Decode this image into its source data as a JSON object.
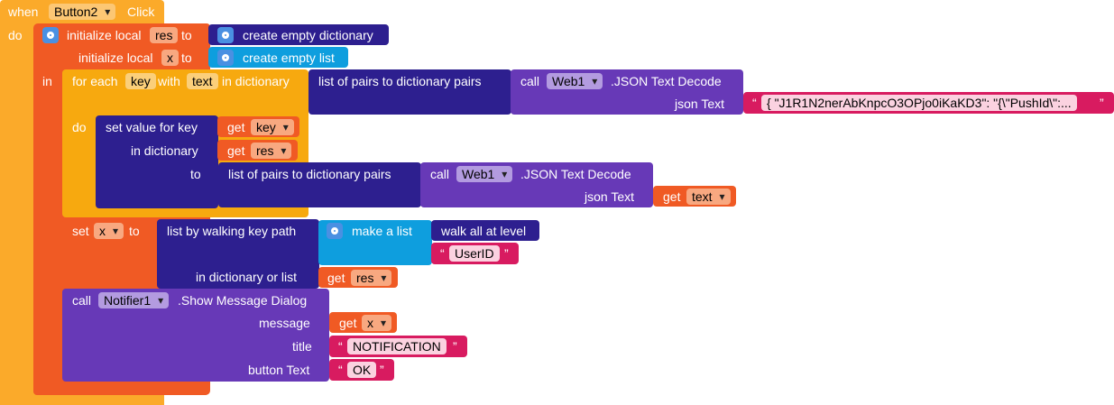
{
  "event": {
    "when_label": "when",
    "component": "Button2",
    "event_name": "Click",
    "do_label": "do"
  },
  "init_res": {
    "label": "initialize local",
    "var": "res",
    "to_label": "to",
    "value_block": "create empty dictionary"
  },
  "init_x": {
    "label": "initialize local",
    "var": "x",
    "to_label": "to",
    "value_block": "create empty list"
  },
  "in_label": "in",
  "foreach": {
    "label": "for each",
    "key_var": "key",
    "with_label": "with",
    "value_var": "text",
    "in_dict_label": "in dictionary",
    "do_label": "do"
  },
  "pairs_to_dict_1": {
    "label": "list of pairs to dictionary  pairs"
  },
  "web_decode_1": {
    "call_label": "call",
    "component": "Web1",
    "method": ".JSON Text Decode",
    "arg_label": "json Text"
  },
  "json_string": {
    "open_quote": "“",
    "value": "{ \"J1R1N2nerAbKnpcO3OPjo0iKaKD3\": \"{\\\"PushId\\\":...",
    "close_quote": "”"
  },
  "set_value": {
    "label": "set value for key",
    "get_label": "get",
    "key_var": "key",
    "in_dict_label": "in dictionary",
    "dict_var": "res",
    "to_label": "to"
  },
  "pairs_to_dict_2": {
    "label": "list of pairs to dictionary  pairs"
  },
  "web_decode_2": {
    "call_label": "call",
    "component": "Web1",
    "method": ".JSON Text Decode",
    "arg_label": "json Text",
    "get_label": "get",
    "arg_var": "text"
  },
  "set_x": {
    "set_label": "set",
    "var": "x",
    "to_label": "to"
  },
  "walk_path": {
    "label": "list by walking key path",
    "in_label": "in dictionary or list",
    "get_label": "get",
    "dict_var": "res"
  },
  "make_list": {
    "label": "make a list",
    "item1": "walk all at level",
    "item2": "UserID",
    "open_quote": "“",
    "close_quote": "”"
  },
  "notifier": {
    "call_label": "call",
    "component": "Notifier1",
    "method": ".Show Message Dialog",
    "message_label": "message",
    "message_get": "get",
    "message_var": "x",
    "title_label": "title",
    "title_value": "NOTIFICATION",
    "button_label": "button Text",
    "button_value": "OK",
    "open_quote": "“",
    "close_quote": "”"
  },
  "colors": {
    "event": "#fbaa2a",
    "variable": "#f05a24",
    "dictionary": "#2d1f8f",
    "list": "#0e9ede",
    "component_method": "#6739b7",
    "text": "#d81b60",
    "control": "#f7a90f"
  }
}
